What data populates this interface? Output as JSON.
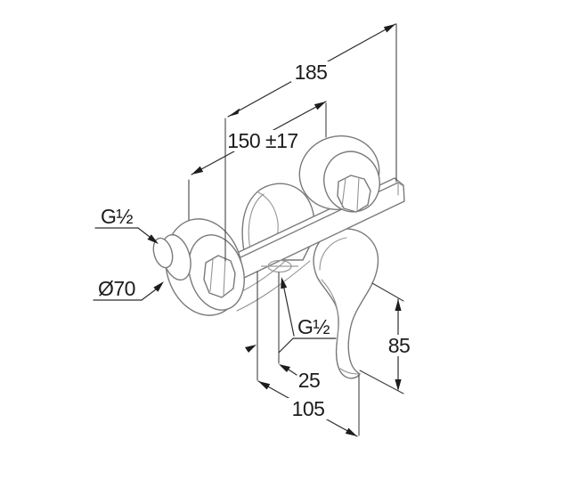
{
  "drawing": {
    "title": "shower-mixer-dimensional-drawing",
    "colors": {
      "background": "#ffffff",
      "dimension_lines": "#2e2e2e",
      "product_outline": "#7a7a7a",
      "outlet_marker": "#9c9c9c",
      "text": "#1c1c1c"
    },
    "dimensions": {
      "overall_width": "185",
      "connection_centers": "150 ±17",
      "left_connection_thread": "G½",
      "escutcheon_diameter": "Ø70",
      "outlet_thread": "G½",
      "outlet_offset": "25",
      "projection": "105",
      "body_height": "85"
    }
  }
}
